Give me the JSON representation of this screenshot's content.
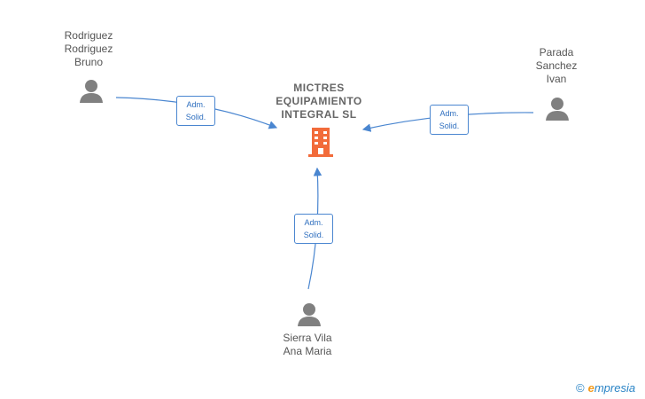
{
  "company": {
    "name": "MICTRES\nEQUIPAMIENTO\nINTEGRAL  SL",
    "icon": "building-icon",
    "color": "#f26b3a"
  },
  "persons": [
    {
      "name": "Rodriguez\nRodriguez\nBruno",
      "icon": "person-icon"
    },
    {
      "name": "Parada\nSanchez\nIvan",
      "icon": "person-icon"
    },
    {
      "name": "Sierra Vila\nAna Maria",
      "icon": "person-icon"
    }
  ],
  "relations": [
    {
      "role": "Adm.\nSolid."
    },
    {
      "role": "Adm.\nSolid."
    },
    {
      "role": "Adm.\nSolid."
    }
  ],
  "brand": {
    "copyright": "©",
    "e": "e",
    "rest": "mpresia"
  },
  "colors": {
    "edge": "#4a86d0",
    "person": "#808080"
  }
}
